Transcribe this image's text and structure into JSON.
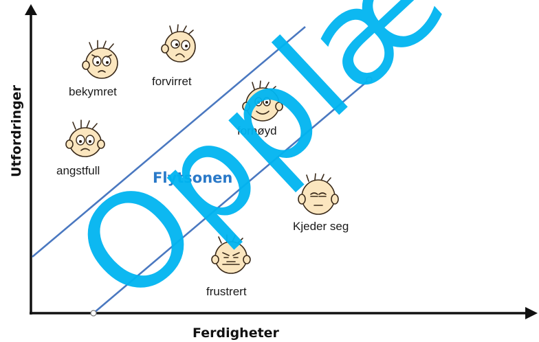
{
  "axes": {
    "x_label": "Ferdigheter",
    "y_label": "Utfordringer"
  },
  "zone_label": "Flytsonen",
  "emotions": {
    "bekymret": "bekymret",
    "forvirret": "forvirret",
    "fornoyd": "fornøyd",
    "angstfull": "angstfull",
    "kjeder_seg": "Kjeder seg",
    "frustrert": "frustrert"
  },
  "watermark": "Opplæ",
  "colors": {
    "band_line": "#4a78c0",
    "zone_text": "#2a79c8",
    "watermark": "#00b4f0",
    "axis": "#111111"
  }
}
